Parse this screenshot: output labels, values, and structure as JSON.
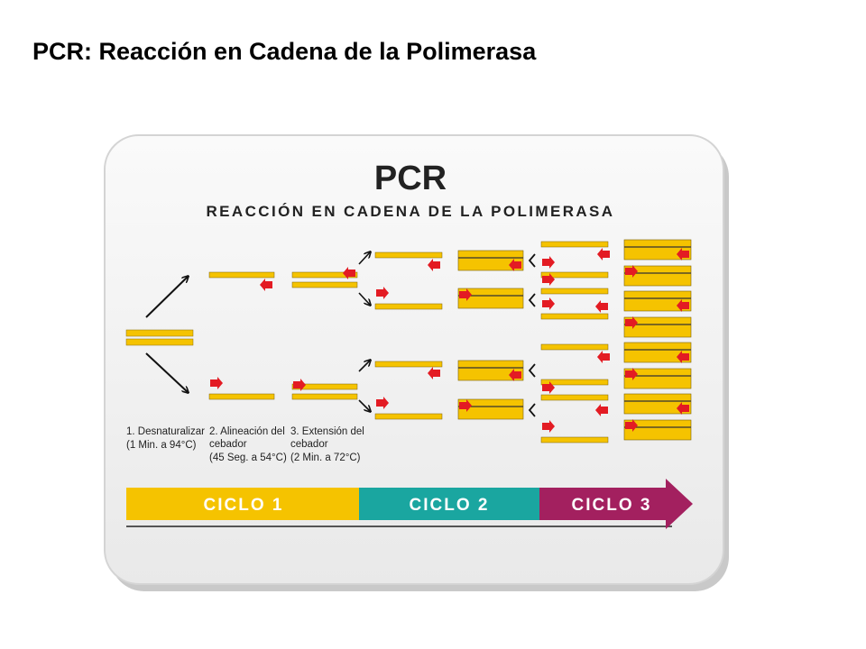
{
  "slide_title": "PCR: Reacción en Cadena de la Polimerasa",
  "diagram": {
    "title": "PCR",
    "subtitle": "REACCIÓN EN CADENA DE LA POLIMERASA",
    "steps": [
      {
        "lines": [
          "1. Desnaturalizar",
          "(1 Min. a 94°C)"
        ]
      },
      {
        "lines": [
          "2. Alineación del",
          "cebador",
          "(45 Seg. a 54°C)"
        ]
      },
      {
        "lines": [
          "3. Extensión del",
          "cebador",
          "(2 Min. a 72°C)"
        ]
      }
    ],
    "cycles": [
      {
        "label": "CICLO 1",
        "color": "#f5c300"
      },
      {
        "label": "CICLO 2",
        "color": "#1aa6a0"
      },
      {
        "label": "CICLO 3",
        "color": "#a3205f"
      }
    ]
  },
  "colors": {
    "dna_strand": "#f5c300",
    "primer_arrow": "#e31b23",
    "card_background": "#f2f2f2"
  }
}
